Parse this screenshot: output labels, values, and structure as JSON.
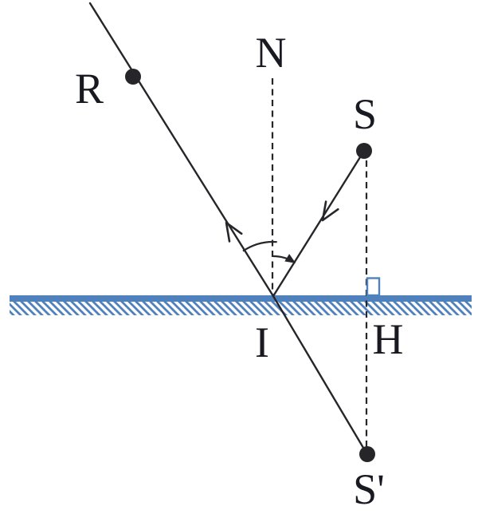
{
  "figure": {
    "type": "plane-mirror-reflection-ray-diagram",
    "labels": {
      "normal": "N",
      "reflected_ray_point": "R",
      "source": "S",
      "incidence_point": "I",
      "foot_of_perpendicular": "H",
      "virtual_image": "S'"
    },
    "colors": {
      "mirror": "#4f81bd",
      "ink": "#26262a",
      "label_text": "#191922",
      "background": "#ffffff"
    }
  }
}
